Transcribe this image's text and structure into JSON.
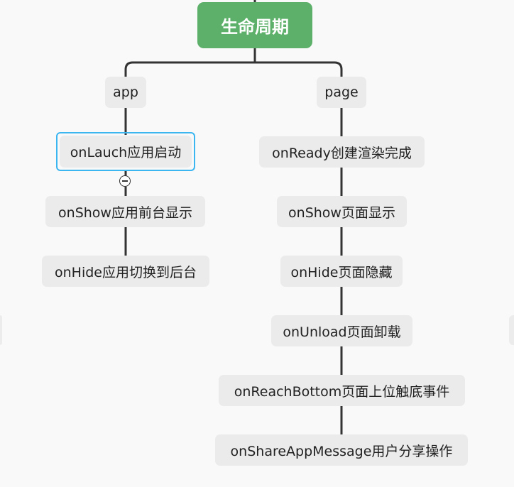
{
  "root": {
    "label": "生命周期"
  },
  "branches": [
    {
      "label": "app",
      "children": [
        "onLauch应用启动",
        "onShow应用前台显示",
        "onHide应用切换到后台"
      ]
    },
    {
      "label": "page",
      "children": [
        "onReady创建渲染完成",
        "onShow页面显示",
        "onHide页面隐藏",
        "onUnload页面卸载",
        "onReachBottom页面上位触底事件",
        "onShareAppMessage用户分享操作"
      ]
    }
  ],
  "selected_node": "onLauch应用启动",
  "colors": {
    "root": "#5db06a",
    "node": "#ebebeb",
    "selection": "#3cb6f0",
    "line": "#333333"
  }
}
